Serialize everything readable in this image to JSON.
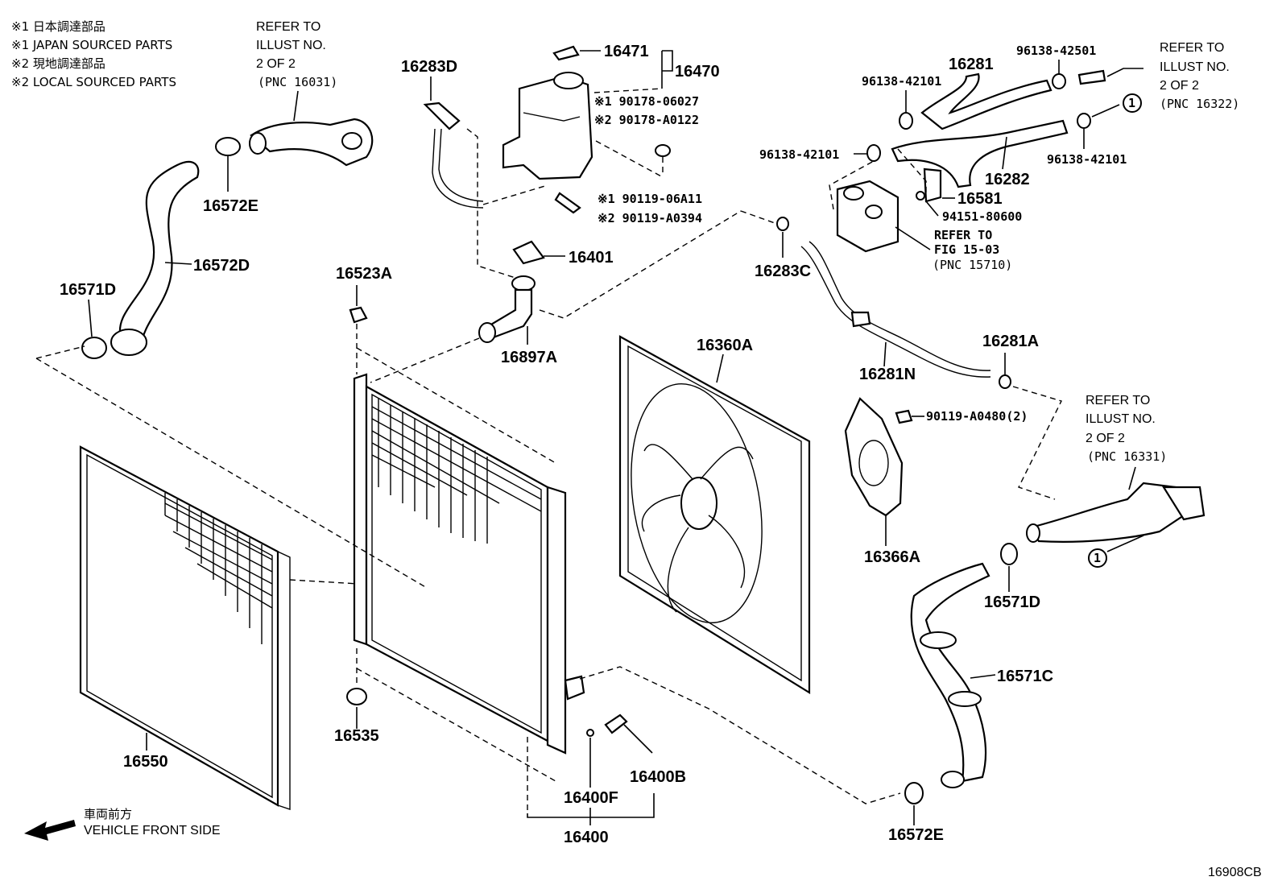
{
  "legend": {
    "line1_mark": "※1 日本調達部品",
    "line2_mark": "※1 JAPAN SOURCED PARTS",
    "line3_mark": "※2 現地調達部品",
    "line4_mark": "※2 LOCAL SOURCED PARTS",
    "ref1": "REFER TO",
    "ref2": "ILLUST NO.",
    "ref3": "2 OF 2",
    "ref4": "(PNC 16031)"
  },
  "refs": {
    "top_right": [
      "REFER TO",
      "ILLUST NO.",
      "2 OF 2",
      "(PNC 16322)"
    ],
    "mid_right": [
      "REFER TO",
      "ILLUST NO.",
      "2 OF 2",
      "(PNC 16331)"
    ],
    "fig": [
      "REFER TO",
      "FIG 15-03",
      "(PNC 15710)"
    ]
  },
  "parts": {
    "p16471": "16471",
    "p16470": "16470",
    "p90178_06027": "※1 90178-06027",
    "p90178_A0122": "※2 90178-A0122",
    "p90119_06A11": "※1 90119-06A11",
    "p90119_A0394": "※2 90119-A0394",
    "p16283D": "16283D",
    "p16401": "16401",
    "p16897A": "16897A",
    "p16523A": "16523A",
    "p16572E_top": "16572E",
    "p16572D": "16572D",
    "p16571D_left": "16571D",
    "p16281": "16281",
    "p96138_42501": "96138-42501",
    "p96138_42101_a": "96138-42101",
    "p96138_42101_b": "96138-42101",
    "p96138_42101_c": "96138-42101",
    "p16282": "16282",
    "p16581": "16581",
    "p94151_80600": "94151-80600",
    "p16283C": "16283C",
    "p16281N": "16281N",
    "p16281A": "16281A",
    "p16360A": "16360A",
    "p90119_A0480": "90119-A0480(2)",
    "p16366A": "16366A",
    "p16571D_right": "16571D",
    "p16571C": "16571C",
    "p16572E_bottom": "16572E",
    "p16550": "16550",
    "p16535": "16535",
    "p16400F": "16400F",
    "p16400B": "16400B",
    "p16400": "16400",
    "circle1": "1",
    "circle2": "1"
  },
  "direction": {
    "jp": "車両前方",
    "en": "VEHICLE FRONT SIDE"
  },
  "figure_id": "16908CB"
}
